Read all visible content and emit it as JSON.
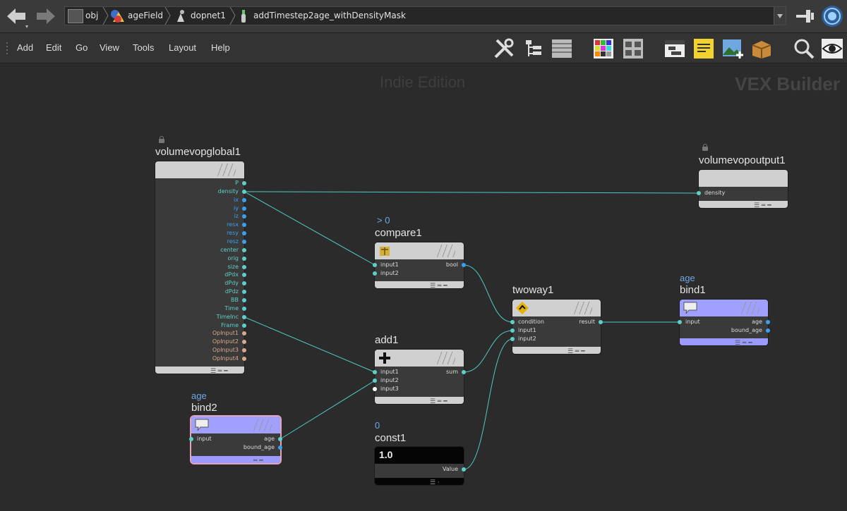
{
  "breadcrumbs": [
    {
      "label": "obj",
      "icon": "obj-icon"
    },
    {
      "label": "ageField",
      "icon": "object-geo-icon"
    },
    {
      "label": "dopnet1",
      "icon": "dopnet-icon"
    },
    {
      "label": "addTimestep2age_withDensityMask",
      "icon": "vop-icon"
    }
  ],
  "menu": [
    "Add",
    "Edit",
    "Go",
    "View",
    "Tools",
    "Layout",
    "Help"
  ],
  "watermark": {
    "edition": "Indie Edition",
    "context": "VEX Builder"
  },
  "colors": {
    "wire": "#4fc9c3",
    "port_float": "#5fd0c8",
    "port_vector": "#3aa0f0",
    "port_int": "#3aa0f0",
    "port_other": "#d9a98c",
    "bind_node": "#9a9aff",
    "bind_selected_border": "#e6a4b9",
    "label": "#6ea6e6"
  },
  "nodes": {
    "volumevopglobal1": {
      "name": "volumevopglobal1",
      "outputs": [
        "P",
        "density",
        "ix",
        "iy",
        "iz",
        "resx",
        "resy",
        "resz",
        "center",
        "orig",
        "size",
        "dPdx",
        "dPdy",
        "dPdz",
        "BB",
        "Time",
        "TimeInc",
        "Frame",
        "OpInput1",
        "OpInput2",
        "OpInput3",
        "OpInput4"
      ]
    },
    "volumevopoutput1": {
      "name": "volumevopoutput1",
      "inputs": [
        "density"
      ]
    },
    "compare1": {
      "name": "compare1",
      "label": "> 0",
      "inputs": [
        "input1",
        "input2"
      ],
      "outputs": [
        "bool"
      ]
    },
    "add1": {
      "name": "add1",
      "inputs": [
        "input1",
        "input2",
        "input3"
      ],
      "outputs": [
        "sum"
      ]
    },
    "const1": {
      "name": "const1",
      "label": "0",
      "value_display": "1.0",
      "outputs": [
        "Value"
      ]
    },
    "twoway1": {
      "name": "twoway1",
      "inputs": [
        "condition",
        "input1",
        "input2"
      ],
      "outputs": [
        "result"
      ]
    },
    "bind1": {
      "name": "bind1",
      "label": "age",
      "inputs": [
        "input"
      ],
      "outputs": [
        "age",
        "bound_age"
      ]
    },
    "bind2": {
      "name": "bind2",
      "label": "age",
      "inputs": [
        "input"
      ],
      "outputs": [
        "age",
        "bound_age"
      ]
    }
  }
}
